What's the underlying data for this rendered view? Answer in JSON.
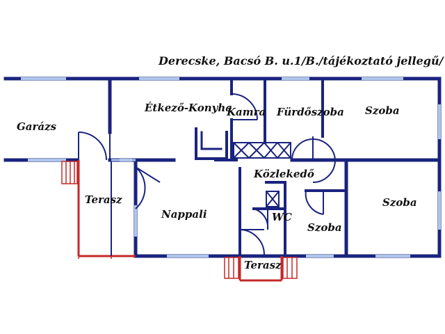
{
  "title": "Derecske, Bacsó B. u.1/B./tájékoztató jellegű/",
  "rooms": {
    "garazs": "Garázs",
    "etkezo": "Étkező-Konyha",
    "kamra": "Kamra",
    "furdo": "Fürdőszoba",
    "szoba_top": "Szoba",
    "kozlekedo": "Közlekedő",
    "terasz_left": "Terasz",
    "nappali": "Nappali",
    "wc": "WC",
    "szoba_mid": "Szoba",
    "szoba_right": "Szoba",
    "terasz_bottom": "Terasz"
  },
  "colors": {
    "wall": "#1a237e",
    "window": "#aec6ec",
    "terrace": "#c62828",
    "door": "#1a237e",
    "text": "#111111"
  }
}
